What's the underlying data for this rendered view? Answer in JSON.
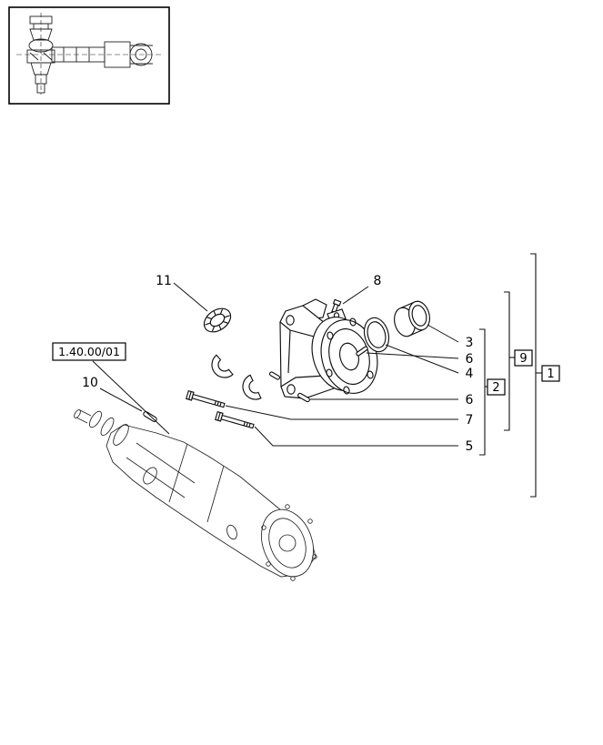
{
  "page": {
    "background": "#ffffff",
    "line_color": "#111111"
  },
  "reference_box": {
    "label": "1.40.00/01"
  },
  "callouts": {
    "n1": "1",
    "n2": "2",
    "n3": "3",
    "n4": "4",
    "n5": "5",
    "n6a": "6",
    "n6b": "6",
    "n7": "7",
    "n8": "8",
    "n9": "9",
    "n10": "10",
    "n11": "11"
  }
}
